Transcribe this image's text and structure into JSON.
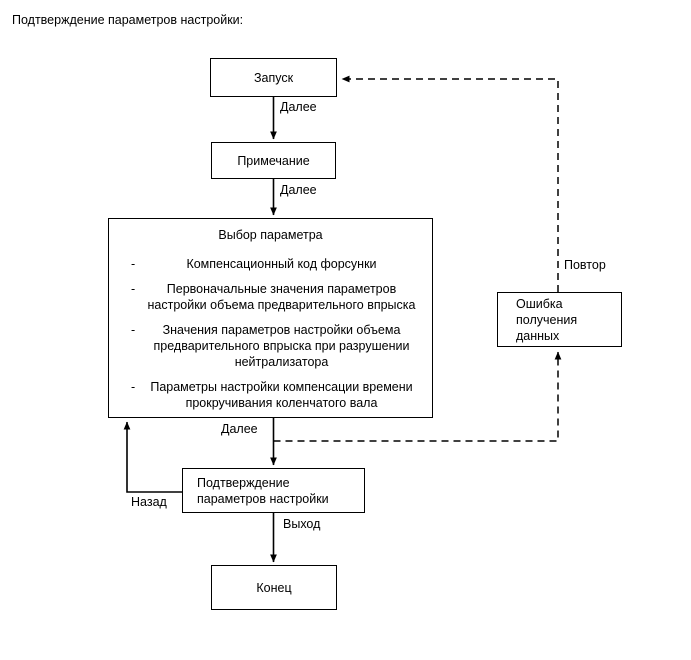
{
  "page": {
    "title": "Подтверждение параметров настройки:"
  },
  "diagram": {
    "type": "flowchart",
    "nodes": [
      {
        "id": "start",
        "label": "Запуск"
      },
      {
        "id": "note",
        "label": "Примечание"
      },
      {
        "id": "params",
        "header": "Выбор параметра",
        "items": [
          "Компенсационный код форсунки",
          "Первоначальные значения параметров настройки объема предварительного впрыска",
          "Значения параметров настройки объема предварительного впрыска при разрушении нейтрализатора",
          "Параметры настройки компенсации времени прокручивания коленчатого вала"
        ]
      },
      {
        "id": "confirm",
        "label": "Подтверждение\nпараметров настройки"
      },
      {
        "id": "end",
        "label": "Конец"
      },
      {
        "id": "error",
        "label": "Ошибка\nполучения\nданных"
      }
    ],
    "edges": [
      {
        "id": "start-note",
        "label": "Далее",
        "style": "solid",
        "from": "start",
        "to": "note"
      },
      {
        "id": "note-params",
        "label": "Далее",
        "style": "solid",
        "from": "note",
        "to": "params"
      },
      {
        "id": "params-confirm",
        "label": "Далее",
        "style": "solid",
        "from": "params",
        "to": "confirm"
      },
      {
        "id": "confirm-params",
        "label": "Назад",
        "style": "solid",
        "from": "confirm",
        "to": "params"
      },
      {
        "id": "confirm-end",
        "label": "Выход",
        "style": "solid",
        "from": "confirm",
        "to": "end"
      },
      {
        "id": "params-error",
        "label": "",
        "style": "dashed",
        "from": "params",
        "to": "error"
      },
      {
        "id": "error-start",
        "label": "Повтор",
        "style": "dashed",
        "from": "error",
        "to": "start"
      }
    ],
    "colors": {
      "line": "#000000",
      "box_border": "#000000",
      "background": "#ffffff",
      "text": "#000000"
    }
  }
}
